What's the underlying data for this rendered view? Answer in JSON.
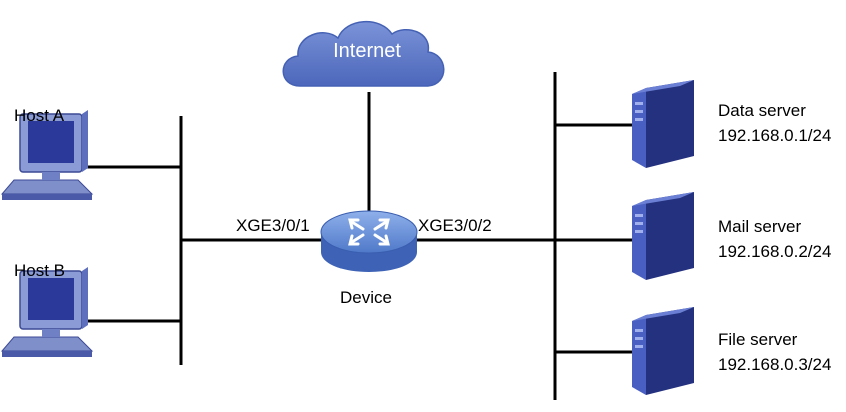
{
  "cloud": {
    "label": "Internet",
    "color": "#5a78c8"
  },
  "device": {
    "label": "Device",
    "color": "#5b83cf"
  },
  "ports": {
    "left": "XGE3/0/1",
    "right": "XGE3/0/2"
  },
  "hosts": [
    {
      "label": "Host A"
    },
    {
      "label": "Host B"
    }
  ],
  "servers": [
    {
      "name": "Data server",
      "ip": "192.168.0.1/24"
    },
    {
      "name": "Mail server",
      "ip": "192.168.0.2/24"
    },
    {
      "name": "File server",
      "ip": "192.168.0.3/24"
    }
  ],
  "colors": {
    "server": "#2e3f9c",
    "host_screen": "#2b3a9a",
    "line": "#000000"
  }
}
